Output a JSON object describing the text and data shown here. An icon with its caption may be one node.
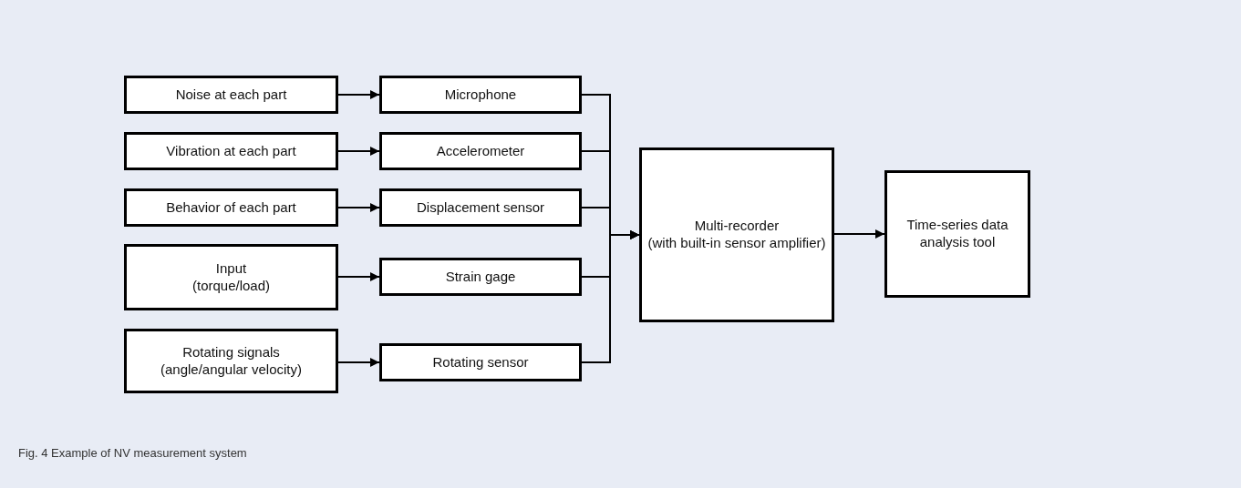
{
  "diagram": {
    "caption": "Fig. 4  Example of NV measurement system",
    "nodes": [
      {
        "text": [
          "Noise at each part"
        ]
      },
      {
        "text": [
          "Microphone"
        ]
      },
      {
        "text": [
          "Vibration at each part"
        ]
      },
      {
        "text": [
          "Accelerometer"
        ]
      },
      {
        "text": [
          "Behavior of each part"
        ]
      },
      {
        "text": [
          "Displacement sensor"
        ]
      },
      {
        "text": [
          "Input (torque/load)"
        ]
      },
      {
        "text": [
          "Strain gage"
        ]
      },
      {
        "text": [
          "Rotating signals (angle/angular velocity)"
        ]
      },
      {
        "text": [
          "Rotating sensor"
        ]
      },
      {
        "text": [
          "Multi-recorder (with built-in sensor amplifier)"
        ]
      },
      {
        "text": [
          "Time-series data analysis tool"
        ]
      }
    ],
    "edges": [
      {
        "from": 0,
        "to": 1,
        "arrow": "to"
      },
      {
        "from": 2,
        "to": 3,
        "arrow": "to"
      },
      {
        "from": 4,
        "to": 5,
        "arrow": "to"
      },
      {
        "from": 6,
        "to": 7,
        "arrow": "to"
      },
      {
        "from": 8,
        "to": 9,
        "arrow": "to"
      },
      {
        "from": 1,
        "to": 10,
        "arrow": "to"
      },
      {
        "from": 3,
        "to": 10,
        "arrow": "to"
      },
      {
        "from": 5,
        "to": 10,
        "arrow": "to"
      },
      {
        "from": 7,
        "to": 10,
        "arrow": "to"
      },
      {
        "from": 9,
        "to": 10,
        "arrow": "to"
      },
      {
        "from": 10,
        "to": 11,
        "arrow": "to"
      }
    ]
  }
}
